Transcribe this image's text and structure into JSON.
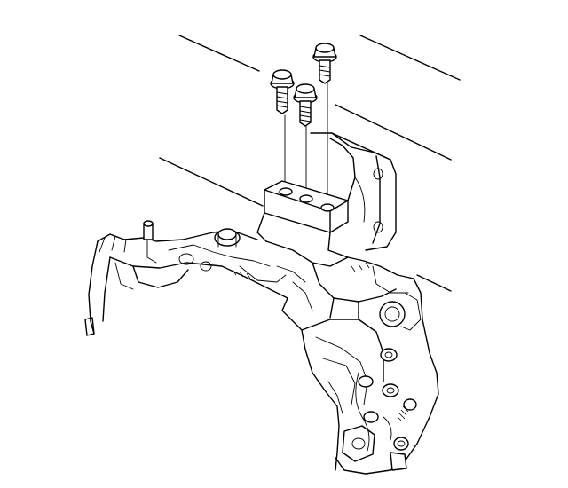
{
  "diagram": {
    "background": "#ffffff",
    "line_color": "#000000",
    "parts": [
      "bolt",
      "bolt",
      "bolt",
      "mount-bracket",
      "transmission-case"
    ]
  }
}
